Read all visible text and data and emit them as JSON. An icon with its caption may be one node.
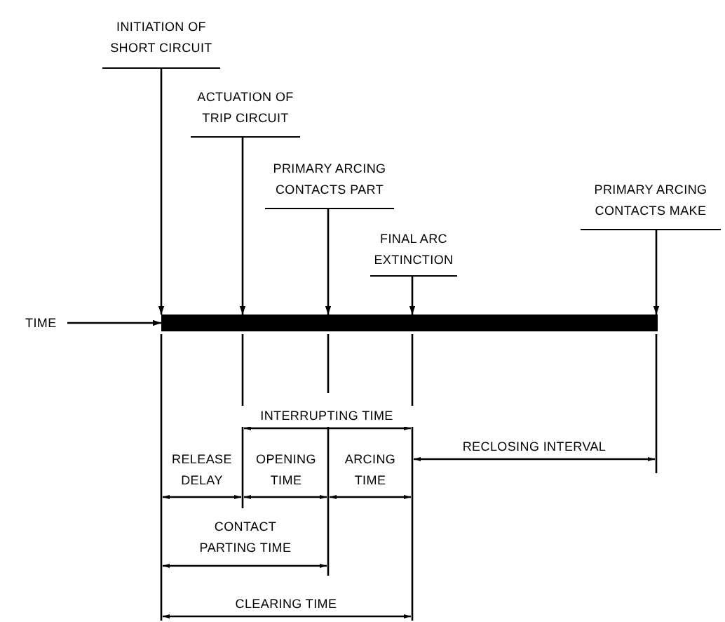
{
  "diagram": {
    "nodes": [
      {
        "text": [
          "INITIATION OF SHORT CIRCUIT"
        ]
      },
      {
        "text": [
          "ACTUATION OF TRIP CIRCUIT"
        ]
      },
      {
        "text": [
          "PRIMARY ARCING CONTACTS PART"
        ]
      },
      {
        "text": [
          "FINAL ARC EXTINCTION"
        ]
      },
      {
        "text": [
          "PRIMARY ARCING CONTACTS MAKE"
        ]
      },
      {
        "text": [
          "TIME"
        ]
      },
      {
        "text": [],
        "shape": "bar"
      }
    ],
    "edges": [
      {
        "from": 0,
        "to": 6,
        "arrow": "to"
      },
      {
        "from": 1,
        "to": 6,
        "arrow": "to"
      },
      {
        "from": 2,
        "to": 6,
        "arrow": "to"
      },
      {
        "from": 3,
        "to": 6,
        "arrow": "to"
      },
      {
        "from": 4,
        "to": 6,
        "arrow": "to"
      },
      {
        "from": 5,
        "to": 6,
        "arrow": "to"
      }
    ],
    "labels": [
      "INTERRUPTING TIME",
      "RECLOSING INTERVAL",
      "RELEASE DELAY",
      "OPENING TIME",
      "ARCING TIME",
      "CONTACT PARTING TIME",
      "CLEARING TIME"
    ]
  }
}
